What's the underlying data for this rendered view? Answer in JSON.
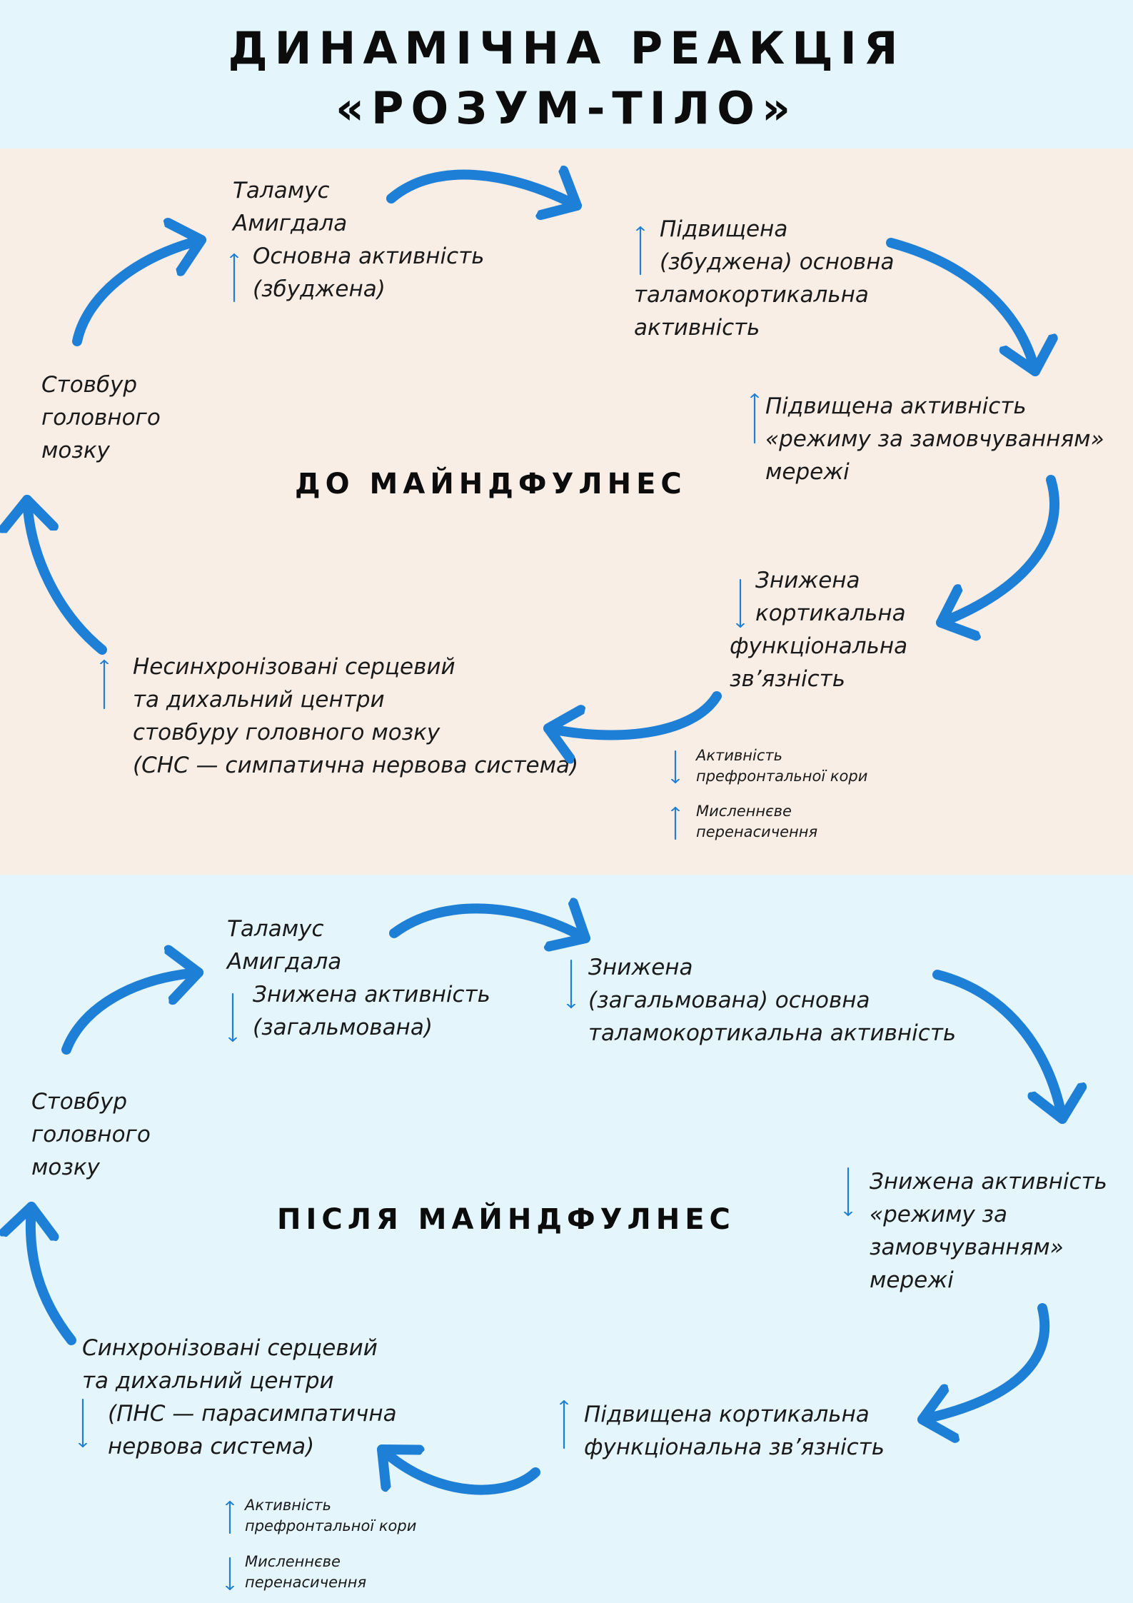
{
  "title": {
    "line1": "ДИНАМІЧНА РЕАКЦІЯ",
    "line2": "«РОЗУМ-ТІЛО»"
  },
  "colors": {
    "arrow": "#1e7fd6",
    "before_bg": "#f9eee6",
    "after_bg": "#e4f5fb"
  },
  "before": {
    "section_title": "ДО МАЙНДФУЛНЕС",
    "thalamus": [
      "Таламус",
      "Амигдала",
      "Основна активність",
      "(збуджена)"
    ],
    "thalamocortical": [
      "Підвищена",
      "(збуджена) основна",
      "таламокортикальна",
      "активність"
    ],
    "dmn": [
      "Підвищена активність",
      "«режиму за замовчуванням»",
      "мережі"
    ],
    "connectivity": [
      "Знижена",
      "кортикальна",
      "функціональна",
      "зв’язність"
    ],
    "centers": [
      "Несинхронізовані серцевий",
      "та дихальний центри",
      "стовбуру головного мозку",
      "(СНС — симпатична нервова система)"
    ],
    "brainstem": [
      "Стовбур",
      "головного",
      "мозку"
    ],
    "prefrontal": [
      "Активність",
      "префронтальної кори"
    ],
    "rumination": [
      "Мисленнєве",
      "перенасичення"
    ]
  },
  "after": {
    "section_title": "ПІСЛЯ МАЙНДФУЛНЕС",
    "thalamus": [
      "Таламус",
      "Амигдала",
      "Знижена активність",
      "(загальмована)"
    ],
    "thalamocortical": [
      "Знижена",
      "(загальмована) основна",
      "таламокортикальна активність"
    ],
    "dmn": [
      "Знижена активність",
      "«режиму за",
      "замовчуванням»",
      "мережі"
    ],
    "connectivity": [
      "Підвищена кортикальна",
      "функціональна зв’язність"
    ],
    "centers": [
      "Синхронізовані серцевий",
      "та дихальний центри",
      "(ПНС — парасимпатична",
      "нервова система)"
    ],
    "brainstem": [
      "Стовбур",
      "головного",
      "мозку"
    ],
    "prefrontal": [
      "Активність",
      "префронтальної кори"
    ],
    "rumination": [
      "Мисленнєве",
      "перенасичення"
    ]
  }
}
